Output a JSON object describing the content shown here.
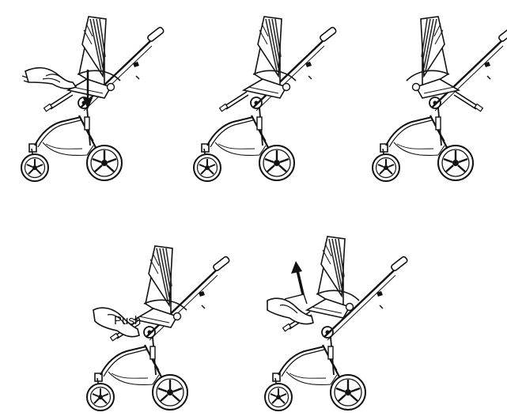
{
  "figure": {
    "panels": [
      {
        "id": 1,
        "arrow": "down",
        "hand": true
      },
      {
        "id": 2,
        "arrow": "none",
        "hand": false
      },
      {
        "id": 3,
        "arrow": "none",
        "hand": false
      },
      {
        "id": 4,
        "arrow": "none",
        "hand": true,
        "label": "Push"
      },
      {
        "id": 5,
        "arrow": "up",
        "hand": true
      }
    ],
    "colors": {
      "line": "#111111",
      "fill": "#ffffff",
      "seat": "#2a2a2a"
    }
  }
}
